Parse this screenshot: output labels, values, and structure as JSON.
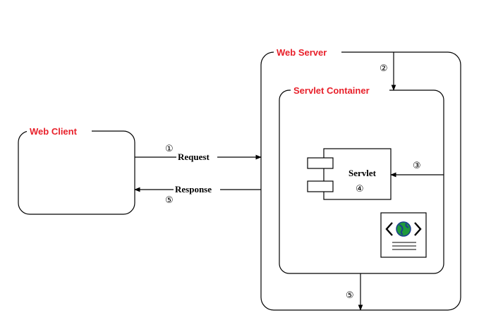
{
  "diagram": {
    "web_client_label": "Web Client",
    "web_server_label": "Web Server",
    "servlet_container_label": "Servlet Container",
    "servlet_label": "Servlet",
    "request_label": "Request",
    "response_label": "Response",
    "steps": {
      "request": "①",
      "response": "⑤",
      "into_container": "②",
      "into_servlet": "③",
      "servlet_step": "④",
      "out_of_server": "⑤"
    },
    "colors": {
      "label_red": "#e8202a",
      "globe_green": "#1f9a3c",
      "globe_blue": "#1b3f8f"
    },
    "icons": [
      "component-icon",
      "web-page-icon",
      "globe-icon"
    ]
  }
}
